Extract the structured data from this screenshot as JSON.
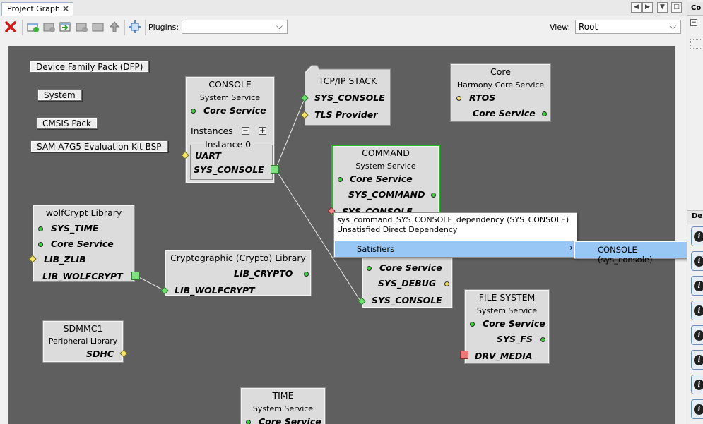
{
  "tab": {
    "label": "Project Graph",
    "close": "×"
  },
  "window_controls": {
    "prev": "◀",
    "next": "▶",
    "menu": "▼",
    "maximize": "□"
  },
  "toolbar": {
    "plugins_label": "Plugins:",
    "plugins_value": "",
    "view_label": "View:",
    "view_value": "Root",
    "dropdown_arrow": "⌵"
  },
  "pills": [
    "Device Family Pack (DFP)",
    "System",
    "CMSIS Pack",
    "SAM A7G5 Evaluation Kit BSP"
  ],
  "components": {
    "console": {
      "title": "CONSOLE",
      "subtitle": "System Service",
      "core": "Core Service",
      "instances": "Instances",
      "minus": "−",
      "plus": "+",
      "instance0": "Instance 0",
      "uart": "UART",
      "sys_console": "SYS_CONSOLE"
    },
    "tcpip": {
      "title": "TCP/IP STACK",
      "sys_console": "SYS_CONSOLE",
      "tls": "TLS Provider"
    },
    "core": {
      "title": "Core",
      "subtitle": "Harmony Core Service",
      "rtos": "RTOS",
      "core": "Core Service"
    },
    "command": {
      "title": "COMMAND",
      "subtitle": "System Service",
      "core": "Core Service",
      "sys_command": "SYS_COMMAND",
      "sys_console": "SYS_CONSOLE"
    },
    "debug": {
      "core": "Core Service",
      "sys_debug": "SYS_DEBUG",
      "sys_console": "SYS_CONSOLE"
    },
    "wolfcrypt": {
      "title": "wolfCrypt Library",
      "sys_time": "SYS_TIME",
      "core": "Core Service",
      "lib_zlib": "LIB_ZLIB",
      "lib_wolfcrypt": "LIB_WOLFCRYPT"
    },
    "crypto": {
      "title": "Cryptographic (Crypto) Library",
      "lib_crypto": "LIB_CRYPTO",
      "lib_wolfcrypt": "LIB_WOLFCRYPT"
    },
    "filesystem": {
      "title": "FILE SYSTEM",
      "subtitle": "System Service",
      "core": "Core Service",
      "sys_fs": "SYS_FS",
      "drv_media": "DRV_MEDIA"
    },
    "sdmmc": {
      "title": "SDMMC1",
      "subtitle": "Peripheral Library",
      "sdhc": "SDHC"
    },
    "time": {
      "title": "TIME",
      "subtitle": "System Service",
      "core": "Core Service"
    }
  },
  "popup": {
    "line1": "sys_command_SYS_CONSOLE_dependency (SYS_CONSOLE)",
    "line2": "Unsatisfied Direct Dependency",
    "satisfiers": "Satisfiers",
    "submenu_arrow": "›",
    "submenu_item": "CONSOLE (sys_console)"
  },
  "right_panel": {
    "top_label": "Co",
    "section_label": "De",
    "info_glyph": "i",
    "collapse_glyph": "−"
  },
  "colors": {
    "canvas": "#5f5f5f",
    "selection_highlight": "#99c7f5",
    "selected_border": "#1fbf1f",
    "connected": "#3cd23c",
    "optional": "#f5e35a",
    "unsatisfied": "#ee7777"
  }
}
